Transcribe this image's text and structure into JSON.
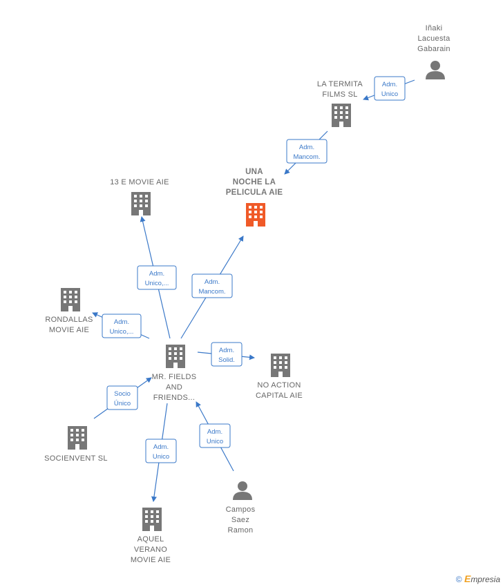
{
  "colors": {
    "edge": "#3a78c8",
    "node": "#777777",
    "highlight": "#f05a28"
  },
  "nodes": {
    "inaki": {
      "lines": [
        "Iñaki",
        "Lacuesta",
        "Gabarain"
      ],
      "kind": "person"
    },
    "la_termita": {
      "lines": [
        "LA TERMITA",
        "FILMS SL"
      ],
      "kind": "company"
    },
    "una_noche": {
      "lines": [
        "UNA",
        "NOCHE LA",
        "PELICULA AIE"
      ],
      "kind": "company-main"
    },
    "movie13": {
      "lines": [
        "13 E MOVIE  AIE"
      ],
      "kind": "company"
    },
    "rondallas": {
      "lines": [
        "RONDALLAS",
        "MOVIE AIE"
      ],
      "kind": "company"
    },
    "mr_fields": {
      "lines": [
        "MR.  FIELDS",
        "AND",
        "FRIENDS..."
      ],
      "kind": "company"
    },
    "no_action": {
      "lines": [
        "NO ACTION",
        "CAPITAL  AIE"
      ],
      "kind": "company"
    },
    "socienvent": {
      "lines": [
        "SOCIENVENT SL"
      ],
      "kind": "company"
    },
    "aquel": {
      "lines": [
        "AQUEL",
        "VERANO",
        "MOVIE  AIE"
      ],
      "kind": "company"
    },
    "campos": {
      "lines": [
        "Campos",
        "Saez",
        "Ramon"
      ],
      "kind": "person"
    }
  },
  "edges": [
    {
      "id": "e1",
      "lines": [
        "Adm.",
        "Unico"
      ]
    },
    {
      "id": "e2",
      "lines": [
        "Adm.",
        "Mancom."
      ]
    },
    {
      "id": "e3",
      "lines": [
        "Adm.",
        "Unico,..."
      ]
    },
    {
      "id": "e4",
      "lines": [
        "Adm.",
        "Mancom."
      ]
    },
    {
      "id": "e5",
      "lines": [
        "Adm.",
        "Unico,..."
      ]
    },
    {
      "id": "e6",
      "lines": [
        "Adm.",
        "Solid."
      ]
    },
    {
      "id": "e7",
      "lines": [
        "Socio",
        "Único"
      ]
    },
    {
      "id": "e8",
      "lines": [
        "Adm.",
        "Unico"
      ]
    },
    {
      "id": "e9",
      "lines": [
        "Adm.",
        "Unico"
      ]
    }
  ],
  "footer": {
    "copyright": "©",
    "brand_e": "E",
    "brand_rest": "mpresia"
  }
}
